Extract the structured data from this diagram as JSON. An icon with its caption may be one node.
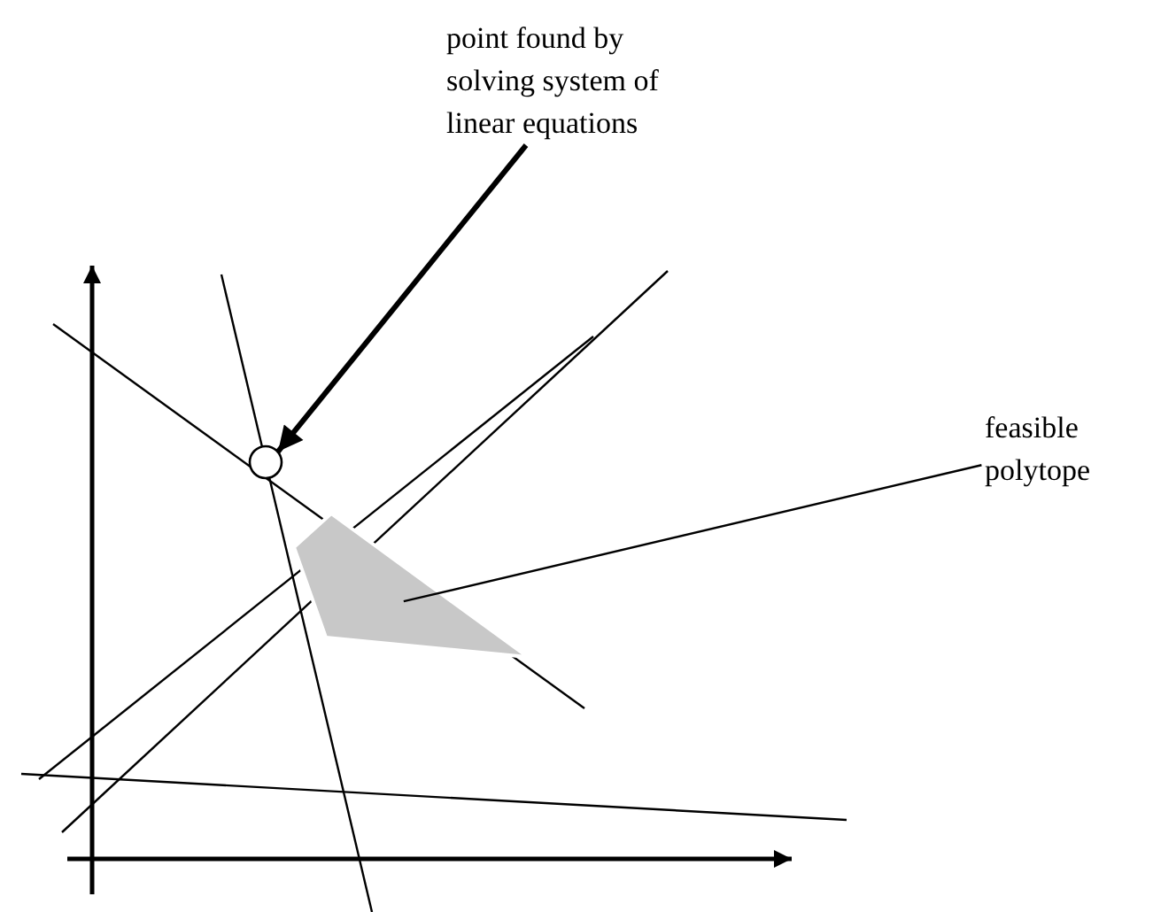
{
  "diagram": {
    "nodes": [
      {
        "text": [
          "point found by solving system of linear equations"
        ]
      },
      {
        "text": [],
        "shape": "circle"
      },
      {
        "text": [
          "feasible polytope"
        ]
      },
      {
        "text": [],
        "shape": "polygon"
      }
    ],
    "edges": [
      {
        "from": 0,
        "to": 1,
        "arrow": "to",
        "style": "thick"
      },
      {
        "from": 2,
        "to": 3,
        "arrow": "none"
      }
    ]
  }
}
